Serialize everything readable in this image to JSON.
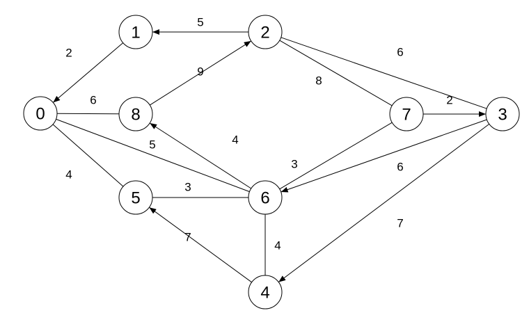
{
  "graph": {
    "colors": {
      "stroke": "#000000",
      "node_fill": "#ffffff",
      "background": "#ffffff"
    },
    "nodes": [
      {
        "id": "0",
        "label": "0"
      },
      {
        "id": "1",
        "label": "1"
      },
      {
        "id": "2",
        "label": "2"
      },
      {
        "id": "3",
        "label": "3"
      },
      {
        "id": "4",
        "label": "4"
      },
      {
        "id": "5",
        "label": "5"
      },
      {
        "id": "6",
        "label": "6"
      },
      {
        "id": "7",
        "label": "7"
      },
      {
        "id": "8",
        "label": "8"
      }
    ],
    "edges": [
      {
        "from": "2",
        "to": "1",
        "weight": "5",
        "directed": true
      },
      {
        "from": "1",
        "to": "0",
        "weight": "2",
        "directed": true
      },
      {
        "from": "8",
        "to": "2",
        "weight": "9",
        "directed": true
      },
      {
        "from": "0",
        "to": "8",
        "weight": "6",
        "directed": false
      },
      {
        "from": "2",
        "to": "7",
        "weight": "8",
        "directed": false
      },
      {
        "from": "2",
        "to": "3",
        "weight": "6",
        "directed": false
      },
      {
        "from": "7",
        "to": "3",
        "weight": "2",
        "directed": true
      },
      {
        "from": "6",
        "to": "8",
        "weight": "4",
        "directed": true
      },
      {
        "from": "0",
        "to": "6",
        "weight": "5",
        "directed": false
      },
      {
        "from": "0",
        "to": "5",
        "weight": "4",
        "directed": false
      },
      {
        "from": "5",
        "to": "6",
        "weight": "3",
        "directed": false
      },
      {
        "from": "7",
        "to": "6",
        "weight": "3",
        "directed": false
      },
      {
        "from": "3",
        "to": "6",
        "weight": "6",
        "directed": true
      },
      {
        "from": "6",
        "to": "4",
        "weight": "4",
        "directed": false
      },
      {
        "from": "4",
        "to": "5",
        "weight": "7",
        "directed": true
      },
      {
        "from": "3",
        "to": "4",
        "weight": "7",
        "directed": true
      }
    ]
  }
}
